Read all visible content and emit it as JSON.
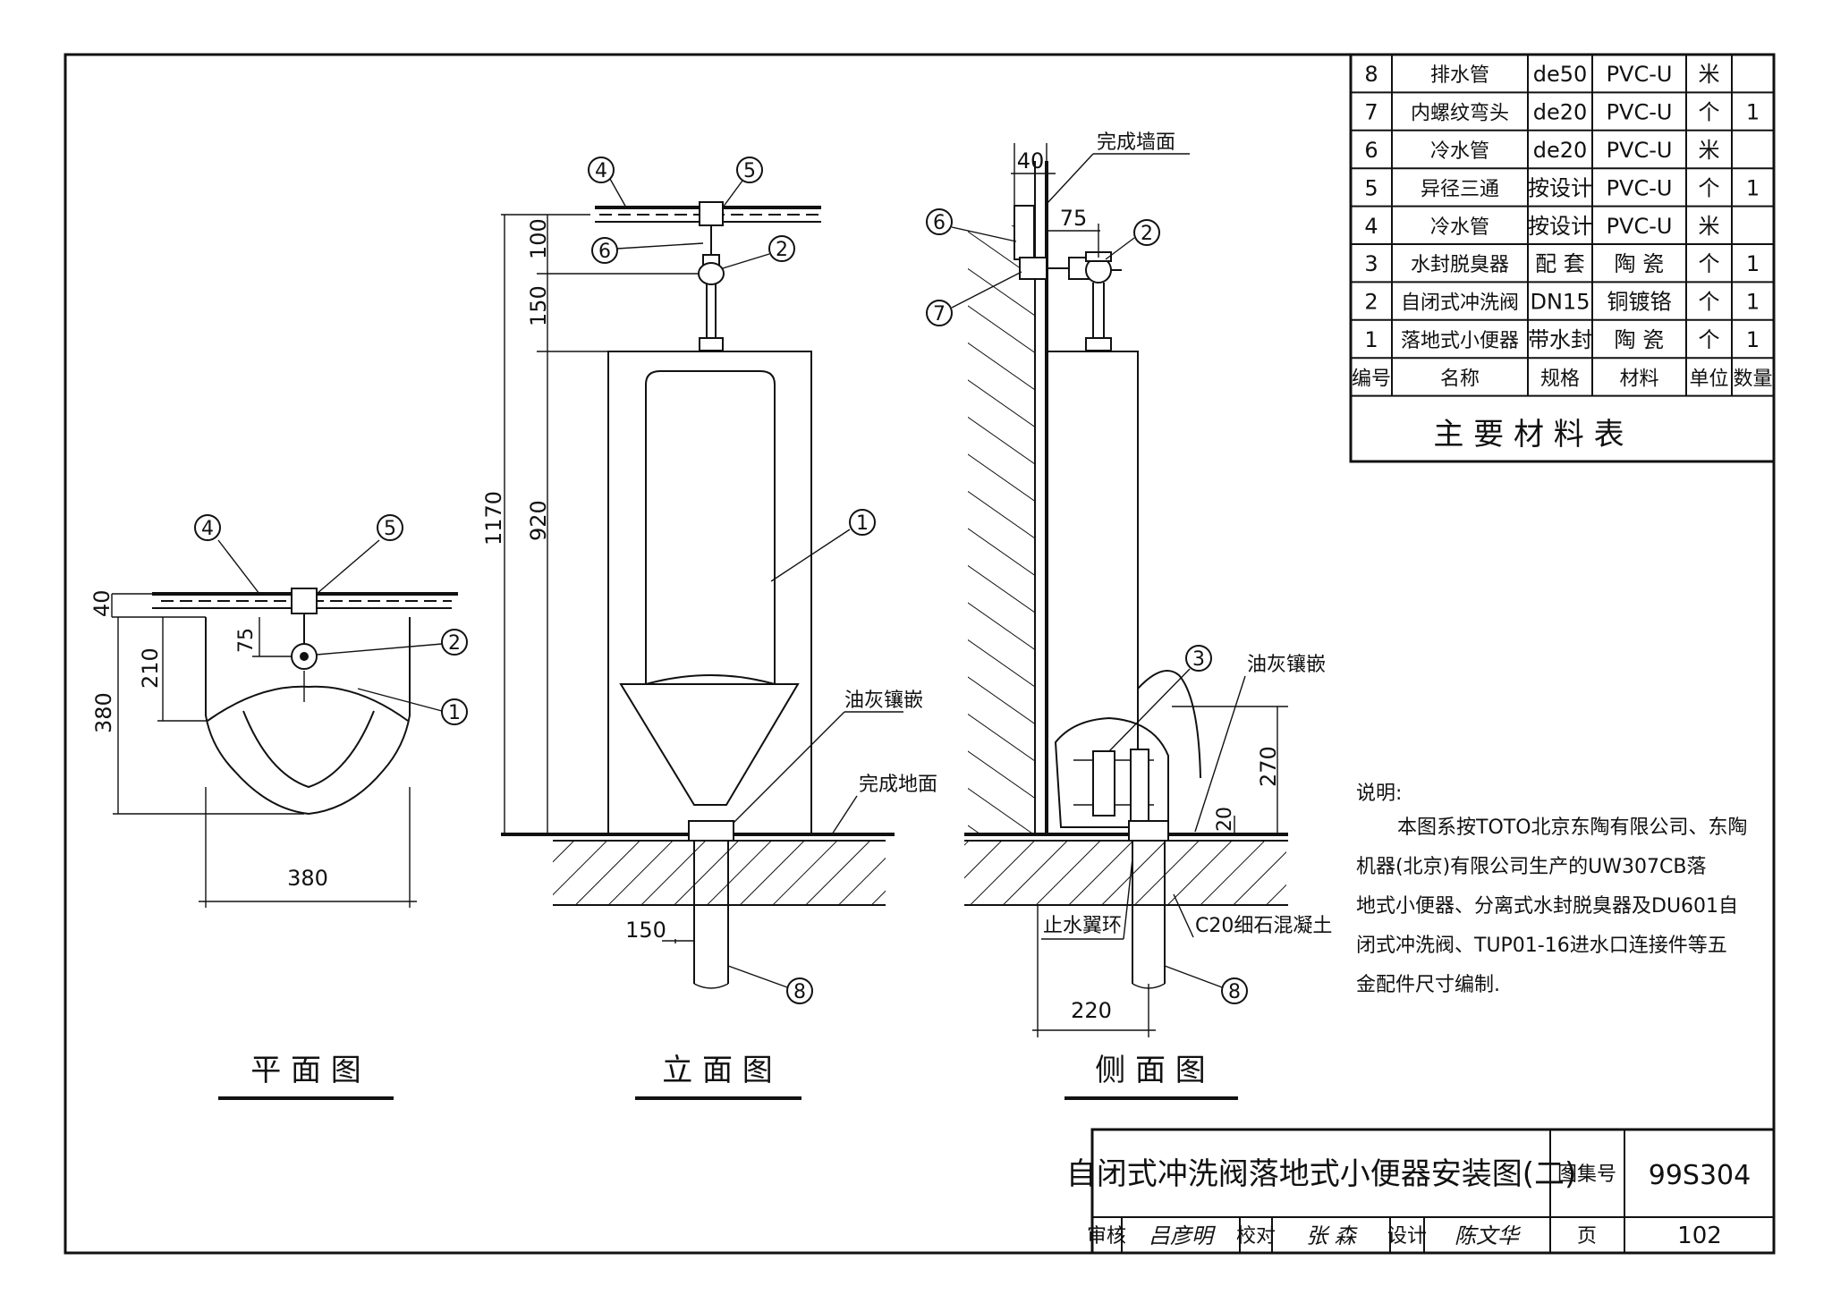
{
  "drawing": {
    "views": {
      "plan": "平 面 图",
      "elevation": "立 面 图",
      "side": "侧 面 图"
    },
    "dimensions": {
      "plan_40": "40",
      "plan_75": "75",
      "plan_210": "210",
      "plan_380v": "380",
      "plan_380h": "380",
      "elev_100": "100",
      "elev_150": "150",
      "elev_920": "920",
      "elev_1170": "1170",
      "elev_150b": "150",
      "side_40": "40",
      "side_75": "75",
      "side_270": "270",
      "side_20": "20",
      "side_220": "220"
    },
    "labels": {
      "finished_wall": "完成墙面",
      "finished_floor": "完成地面",
      "putty_embed_elev": "油灰镶嵌",
      "putty_embed_side": "油灰镶嵌",
      "water_stop_ring": "止水翼环",
      "concrete": "C20细石混凝土"
    },
    "callouts": {
      "c1": "1",
      "c2": "2",
      "c3": "3",
      "c4": "4",
      "c5": "5",
      "c6": "6",
      "c7": "7",
      "c8": "8"
    }
  },
  "materials_table": {
    "headers": [
      "编号",
      "名称",
      "规格",
      "材料",
      "单位",
      "数量"
    ],
    "rows": [
      [
        "8",
        "排水管",
        "de50",
        "PVC-U",
        "米",
        ""
      ],
      [
        "7",
        "内螺纹弯头",
        "de20",
        "PVC-U",
        "个",
        "1"
      ],
      [
        "6",
        "冷水管",
        "de20",
        "PVC-U",
        "米",
        ""
      ],
      [
        "5",
        "异径三通",
        "按设计",
        "PVC-U",
        "个",
        "1"
      ],
      [
        "4",
        "冷水管",
        "按设计",
        "PVC-U",
        "米",
        ""
      ],
      [
        "3",
        "水封脱臭器",
        "配 套",
        "陶 瓷",
        "个",
        "1"
      ],
      [
        "2",
        "自闭式冲洗阀",
        "DN15",
        "铜镀铬",
        "个",
        "1"
      ],
      [
        "1",
        "落地式小便器",
        "带水封",
        "陶 瓷",
        "个",
        "1"
      ]
    ],
    "caption": "主 要 材 料 表"
  },
  "notes": {
    "title": "说明:",
    "lines": [
      "本图系按TOTO北京东陶有限公司、东陶",
      "机器(北京)有限公司生产的UW307CB落",
      "地式小便器、分离式水封脱臭器及DU601自",
      "闭式冲洗阀、TUP01-16进水口连接件等五",
      "金配件尺寸编制."
    ]
  },
  "title_block": {
    "title": "自闭式冲洗阀落地式小便器安装图(二)",
    "atlas_label": "图集号",
    "atlas_no": "99S304",
    "review_label": "审核",
    "reviewer": "吕彦明",
    "check_label": "校对",
    "checker": "张 森",
    "design_label": "设计",
    "designer": "陈文华",
    "page_label": "页",
    "page_no": "102"
  }
}
